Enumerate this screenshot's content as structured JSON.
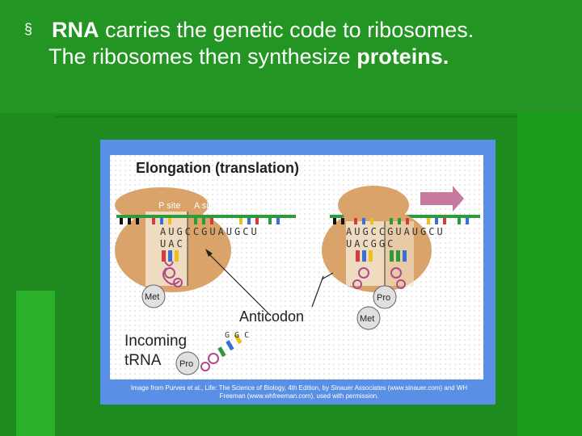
{
  "slide": {
    "bullet_symbol": "§",
    "line1_bold": "RNA",
    "line1_rest": " carries the genetic code to ribosomes.",
    "line2_start": "The ribosomes then synthesize ",
    "line2_bold": "proteins."
  },
  "figure": {
    "title": "Elongation (translation)",
    "p_site_label": "P site",
    "a_site_label": "A site",
    "left_mrna": [
      "A",
      "U",
      "G",
      "C",
      "C",
      "G",
      "U",
      "A",
      "U",
      "G",
      "C",
      "U"
    ],
    "left_anticodon": [
      "U",
      "A",
      "C"
    ],
    "right_mrna": [
      "A",
      "U",
      "G",
      "C",
      "C",
      "G",
      "U",
      "A",
      "U",
      "G",
      "C",
      "U"
    ],
    "right_anticodon": [
      "U",
      "A",
      "C",
      "G",
      "G",
      "C"
    ],
    "met_label_left": "Met",
    "pro_label_right": "Pro",
    "met_label_right": "Met",
    "anticodon_label": "Anticodon",
    "incoming_label_1": "Incoming",
    "incoming_label_2": "tRNA",
    "incoming_anticodon": [
      "G",
      "G",
      "C"
    ],
    "incoming_pro_label": "Pro",
    "credit": "Image from Purves et al., Life: The Science of Biology, 4th Edition, by Sinauer Associates (www.sinauer.com) and WH Freeman (www.whfreeman.com), used with permission."
  },
  "colors": {
    "background": "#1f8a1f",
    "frame": "#5a8fe6",
    "ribosome": "#d9a36a",
    "mrna": "#2e9a3c",
    "arrow": "#c77aa0"
  }
}
